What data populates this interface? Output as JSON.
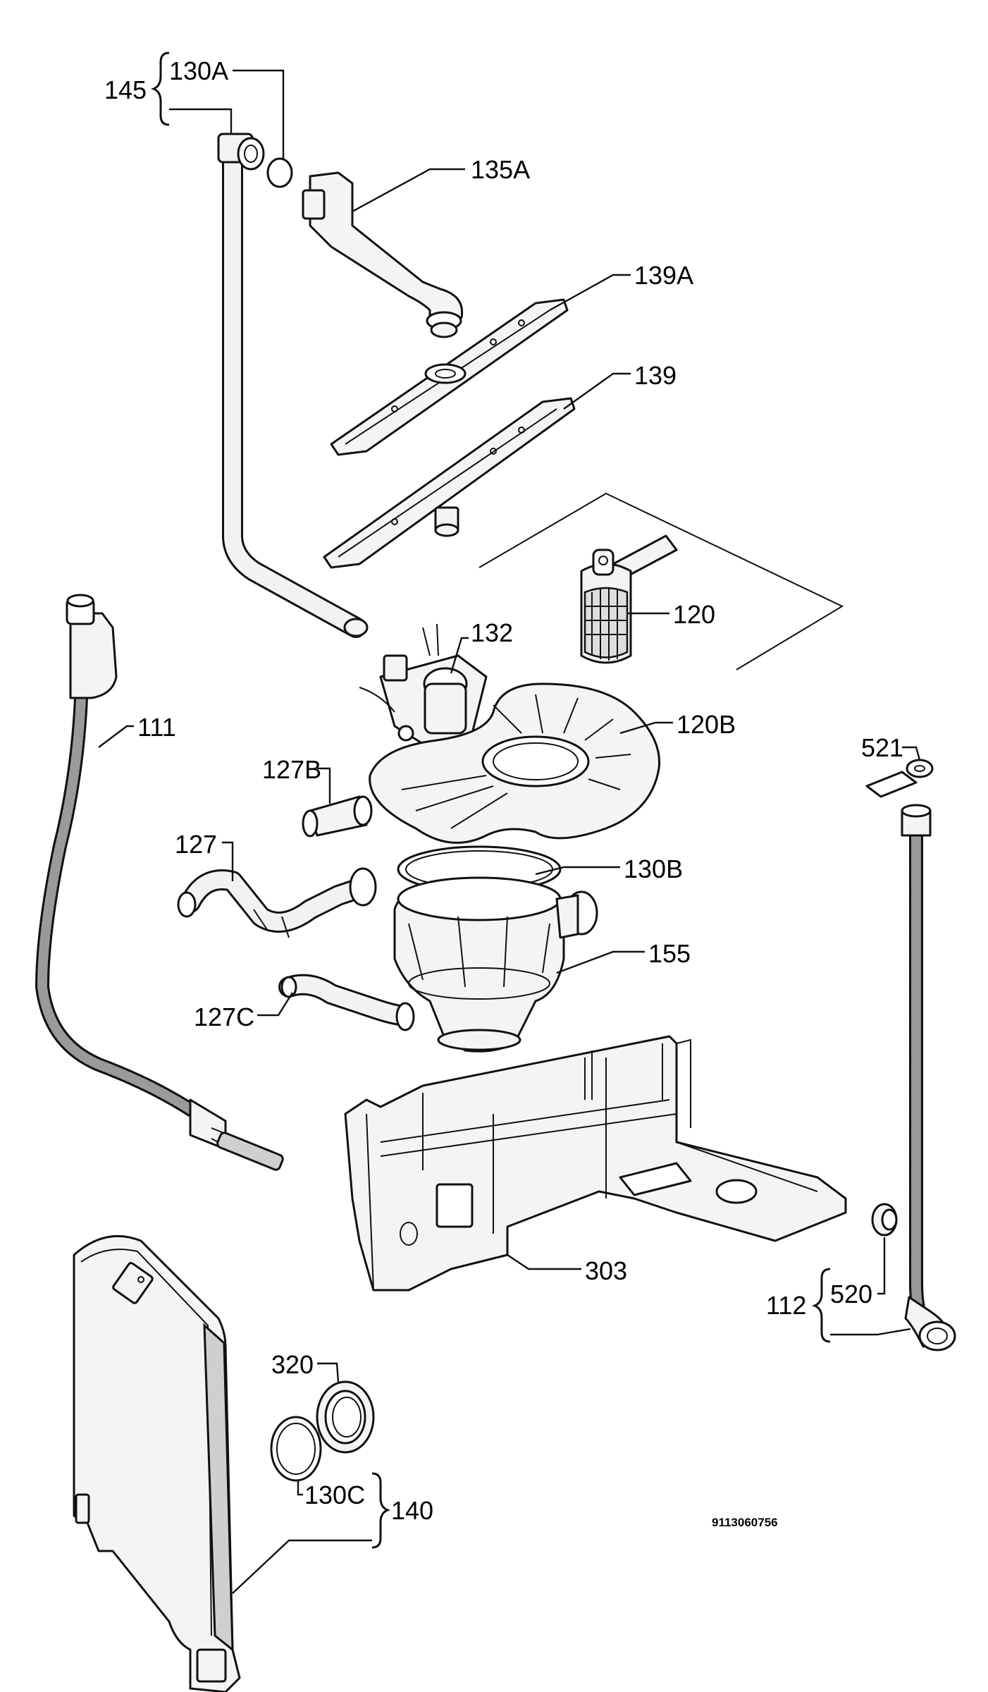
{
  "labels": {
    "l145": "145",
    "l130a": "130A",
    "l135a": "135A",
    "l139a": "139A",
    "l139": "139",
    "l120": "120",
    "l132": "132",
    "l111": "111",
    "l120b": "120B",
    "l521": "521",
    "l127b": "127B",
    "l127": "127",
    "l130b": "130B",
    "l155": "155",
    "l127c": "127C",
    "l303": "303",
    "l112": "112",
    "l520": "520",
    "l320": "320",
    "l130c": "130C",
    "l140": "140"
  },
  "drawing_number": "9113060756"
}
